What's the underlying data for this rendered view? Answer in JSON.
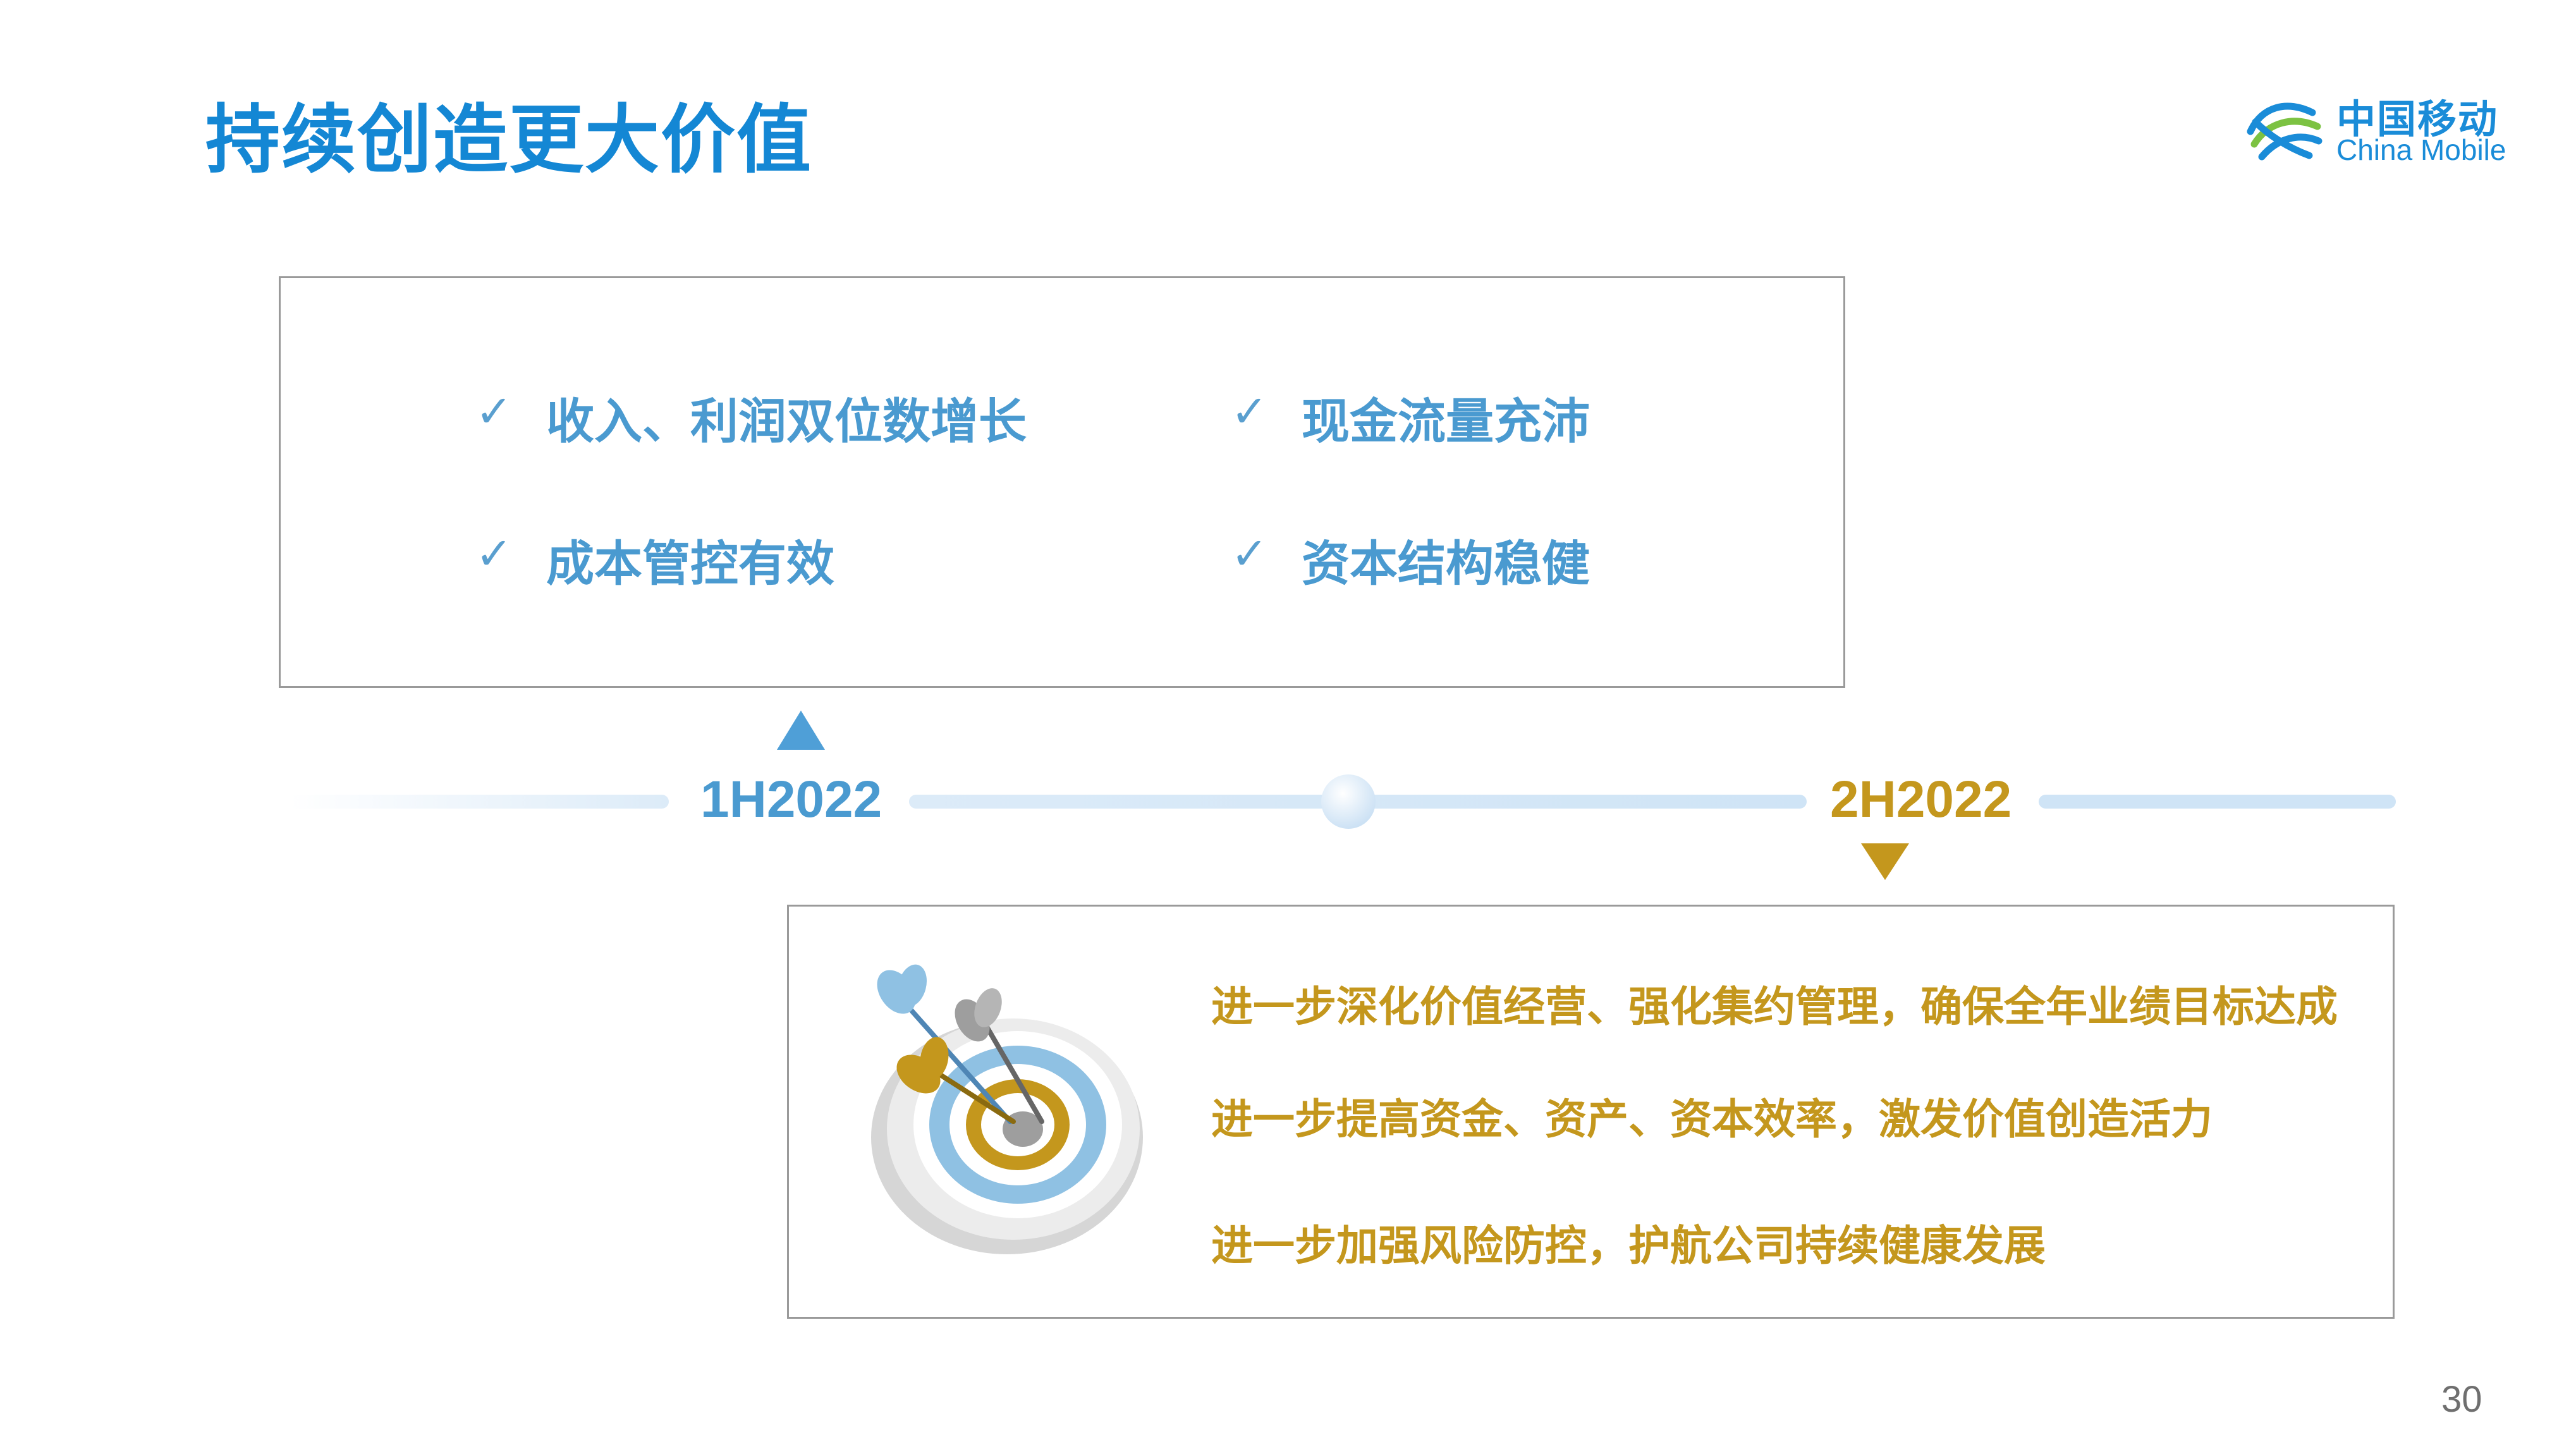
{
  "title": "持续创造更大价值",
  "logo": {
    "cn": "中国移动",
    "en": "China Mobile"
  },
  "colors": {
    "blue": "#1487d4",
    "light_blue": "#4a9ad0",
    "gold": "#c4971d",
    "border": "#9a9a9a"
  },
  "timeline": {
    "left_label": "1H2022",
    "right_label": "2H2022"
  },
  "box1": {
    "items": [
      {
        "icon": "checkmark-icon",
        "text": "收入、利润双位数增长"
      },
      {
        "icon": "checkmark-icon",
        "text": "现金流量充沛"
      },
      {
        "icon": "checkmark-icon",
        "text": "成本管控有效"
      },
      {
        "icon": "checkmark-icon",
        "text": "资本结构稳健"
      }
    ]
  },
  "box2": {
    "illustration": "dartboard-icon",
    "items": [
      "进一步深化价值经营、强化集约管理，确保全年业绩目标达成",
      "进一步提高资金、资产、资本效率，激发价值创造活力",
      "进一步加强风险防控，护航公司持续健康发展"
    ]
  },
  "page_number": "30"
}
